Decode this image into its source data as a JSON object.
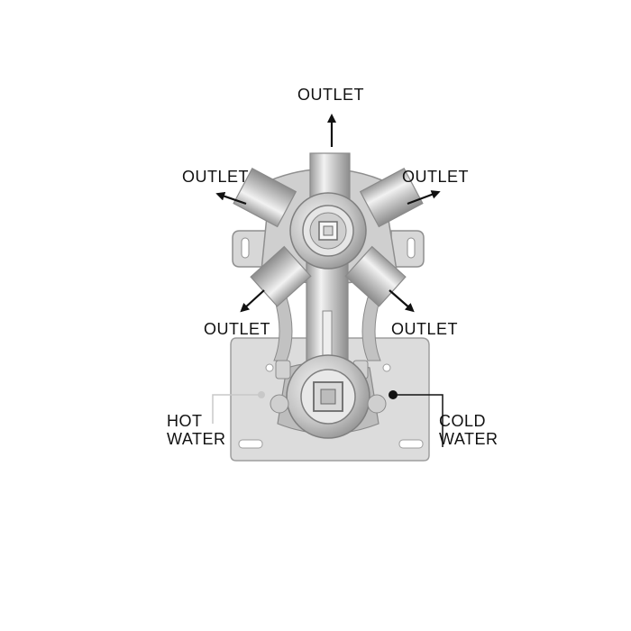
{
  "labels": {
    "outlet_top": "OUTLET",
    "outlet_upper_left": "OUTLET",
    "outlet_upper_right": "OUTLET",
    "outlet_lower_left": "OUTLET",
    "outlet_lower_right": "OUTLET",
    "hot_line1": "HOT",
    "hot_line2": "WATER",
    "cold_line1": "COLD",
    "cold_line2": "WATER"
  },
  "colors": {
    "label_text": "#111111",
    "arrow": "#111111",
    "mounting_plate": "#d9d9d9",
    "valve_body": "#bfbfbf",
    "pipe_highlight": "#f4f4f4",
    "hot_marker": "#c8c8c8",
    "cold_marker": "#111111"
  }
}
